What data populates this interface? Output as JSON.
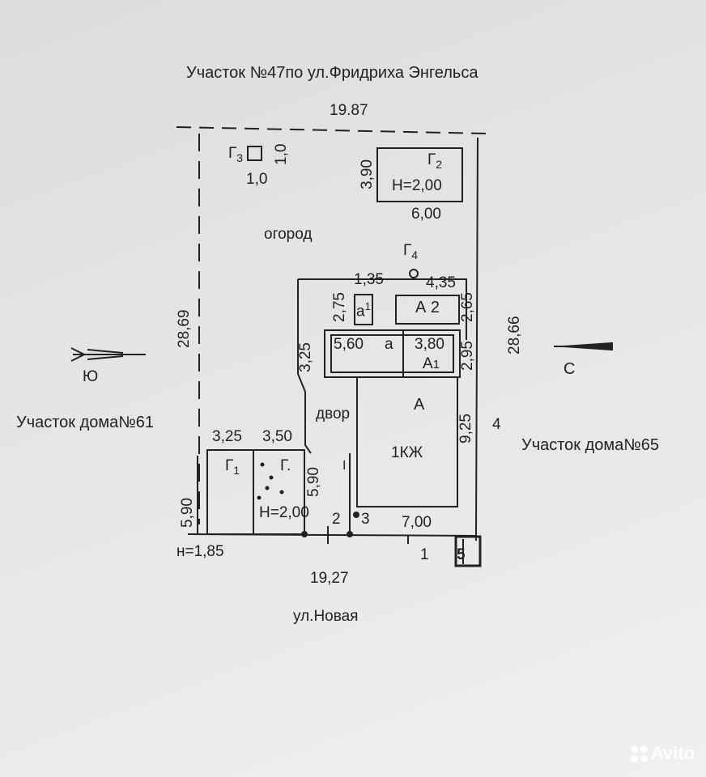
{
  "header": {
    "title": "Участок №47по ул.Фридриха Энгельса"
  },
  "street_bottom": "ул.Новая",
  "neighbors": {
    "left": "Участок дома№61",
    "right": "Участок дома№65"
  },
  "compass": {
    "south": "Ю",
    "north": "С"
  },
  "dimensions": {
    "top": "19.87",
    "bottom": "19,27",
    "left": "28,69",
    "right": "28,66",
    "g2_w": "6,00",
    "g2_h": "3,90",
    "g3_w": "1,0",
    "g3_h": "1,0",
    "d135": "1,35",
    "d435": "4,35",
    "d275": "2,75",
    "d265": "2,65",
    "d325": "3,25",
    "d295": "2,95",
    "d560": "5,60",
    "d380": "3,80",
    "d925": "9,25",
    "d325b": "3,25",
    "d350": "3,50",
    "d590a": "5,90",
    "d590b": "5,90",
    "d700": "7,00",
    "h185": "н=1,85"
  },
  "labels": {
    "g3": "Г",
    "g3sub": "3",
    "g2": "Г",
    "g2sub": "2",
    "g2h": "Н=2,00",
    "garden": "огород",
    "g4": "Г",
    "g4sub": "4",
    "a1small": "а",
    "a1smallsub": "1",
    "A2": "А",
    "A2sub": "2",
    "a": "а",
    "A1": "А",
    "A1sub": "1",
    "A": "А",
    "kzh": "1КЖ",
    "yard": "двор",
    "g1": "Г",
    "g1sub": "1",
    "g": "Г.",
    "gh": "Н=2,00",
    "n1": "1",
    "n2": "2",
    "n3": "3",
    "n4": "4",
    "n5": "5",
    "i": "I"
  },
  "watermark": "Avito"
}
